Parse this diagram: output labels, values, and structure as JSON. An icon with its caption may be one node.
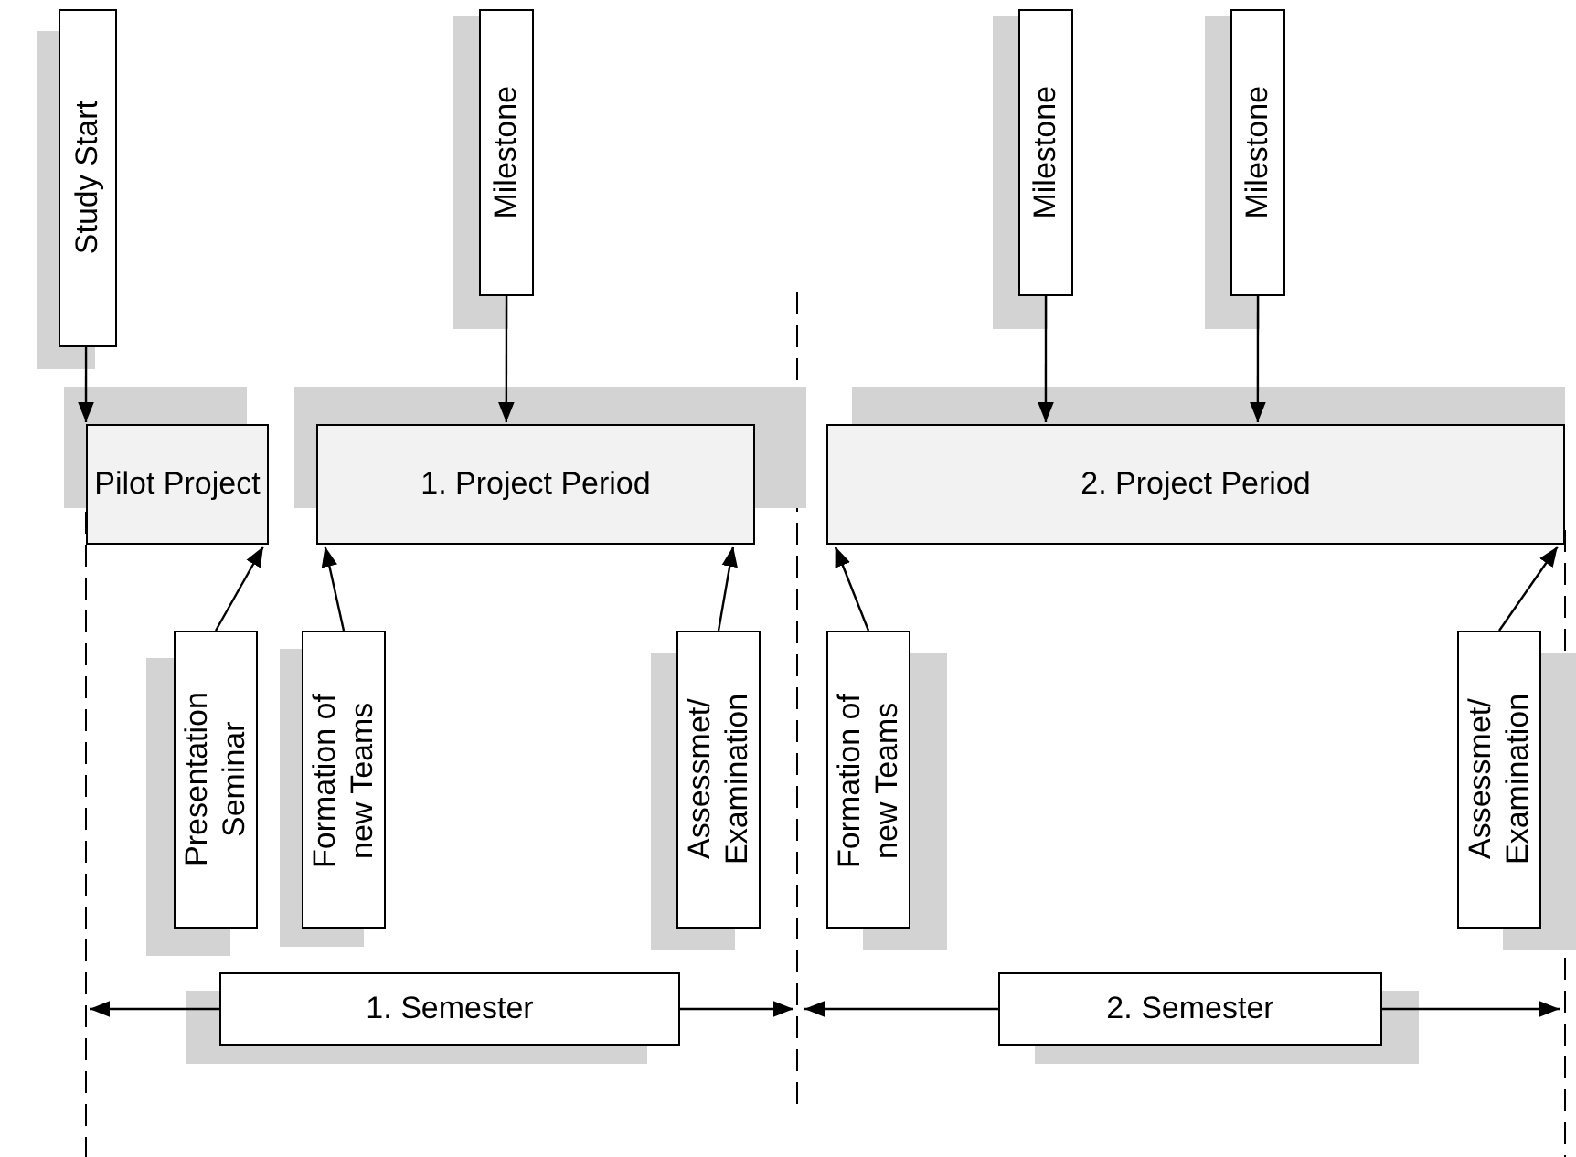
{
  "diagram": {
    "nodes": [
      {
        "text": [
          "Study Start"
        ]
      },
      {
        "text": [
          "Milestone"
        ]
      },
      {
        "text": [
          "Milestone"
        ]
      },
      {
        "text": [
          "Milestone"
        ]
      },
      {
        "text": [
          "Pilot Project"
        ]
      },
      {
        "text": [
          "1. Project Period"
        ]
      },
      {
        "text": [
          "2. Project Period"
        ]
      },
      {
        "text": [
          "Presentation Seminar"
        ]
      },
      {
        "text": [
          "Formation of new Teams"
        ]
      },
      {
        "text": [
          "Assessmet/ Examination"
        ]
      },
      {
        "text": [
          "Formation of new Teams"
        ]
      },
      {
        "text": [
          "Assessmet/ Examination"
        ]
      },
      {
        "text": [
          "1. Semester"
        ]
      },
      {
        "text": [
          "2. Semester"
        ]
      }
    ],
    "edges": [
      {
        "from": 0,
        "to": 4,
        "arrow": "to"
      },
      {
        "from": 1,
        "to": 5,
        "arrow": "to"
      },
      {
        "from": 2,
        "to": 6,
        "arrow": "to"
      },
      {
        "from": 3,
        "to": 6,
        "arrow": "to"
      },
      {
        "from": 7,
        "to": 4,
        "arrow": "to"
      },
      {
        "from": 8,
        "to": 5,
        "arrow": "to"
      },
      {
        "from": 9,
        "to": 5,
        "arrow": "to"
      },
      {
        "from": 10,
        "to": 6,
        "arrow": "to"
      },
      {
        "from": 11,
        "to": 6,
        "arrow": "to"
      },
      {
        "from": 12,
        "to": null,
        "arrow": "to"
      },
      {
        "from": 12,
        "to": null,
        "arrow": "to"
      },
      {
        "from": 13,
        "to": null,
        "arrow": "to"
      },
      {
        "from": 13,
        "to": null,
        "arrow": "to"
      }
    ]
  }
}
